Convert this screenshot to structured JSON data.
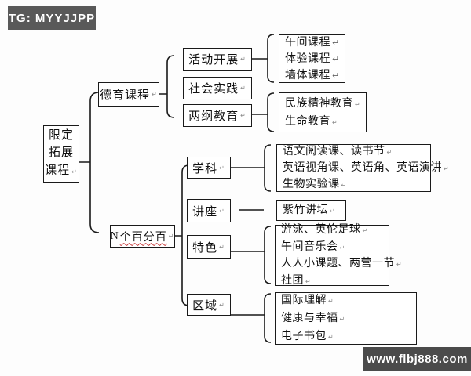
{
  "badge": {
    "label": "TG: MYYJJPP"
  },
  "watermark": {
    "label": "www.flbj888.com"
  },
  "marks": {
    "line_break": "↵"
  },
  "colors": {
    "line": "#1a1a1a",
    "badge_bg": "#595959",
    "watermark_bg": "#4b4b4b",
    "spell_underline": "#c42b2b"
  },
  "root": {
    "label": "限定拓展课程",
    "line1": "限定",
    "line2": "拓展",
    "line3": "课程"
  },
  "branches": {
    "moral": {
      "label": "德育课程"
    },
    "n100": {
      "prefix": "N",
      "label": "个百分百"
    }
  },
  "nodes": {
    "activity": {
      "label": "活动开展"
    },
    "social": {
      "label": "社会实践"
    },
    "twoGuides": {
      "label": "两纲教育"
    },
    "subject": {
      "label": "学科"
    },
    "lecture": {
      "label": "讲座"
    },
    "feature": {
      "label": "特色"
    },
    "region": {
      "label": "区域"
    }
  },
  "leaves": {
    "activityCourses": {
      "lines": [
        "午间课程",
        "体验课程",
        "墙体课程"
      ]
    },
    "twoGuidesEdu": {
      "lines": [
        "民族精神教育",
        "生命教育"
      ]
    },
    "subjectCourses": {
      "lines": [
        "语文阅读课、读书节",
        "英语视角课、英语角、英语演讲",
        "生物实验课"
      ]
    },
    "lectureForum": {
      "lines": [
        "紫竹讲坛"
      ]
    },
    "featurePrograms": {
      "lines": [
        "游泳、英伦足球",
        "午间音乐会",
        "人人小课题、两营一节",
        "社团"
      ]
    },
    "regionCourses": {
      "lines": [
        "国际理解",
        "健康与幸福",
        "电子书包"
      ]
    }
  }
}
